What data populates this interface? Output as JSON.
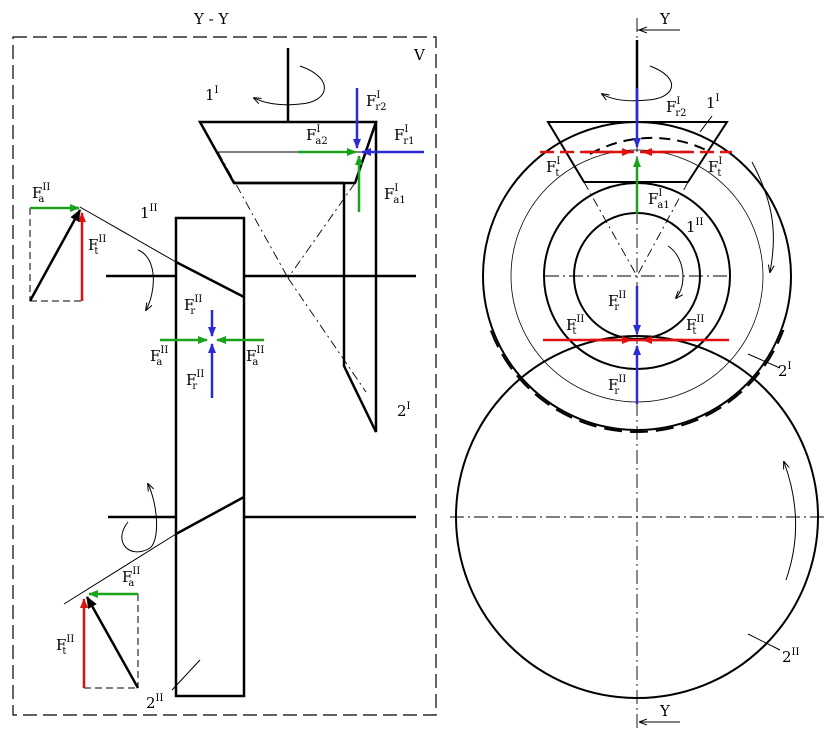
{
  "section_title": "Y - Y",
  "view_label": "V",
  "section_mark": "Y",
  "colors": {
    "radial": "#2b2bd6",
    "axial": "#1aa31a",
    "tangential": "#e01010",
    "line": "#000000"
  },
  "labels": {
    "gear_1I": {
      "base": "1",
      "sup": "I"
    },
    "gear_2I": {
      "base": "2",
      "sup": "I"
    },
    "gear_1II": {
      "base": "1",
      "sup": "II"
    },
    "gear_2II": {
      "base": "2",
      "sup": "II"
    },
    "Fr2_I": {
      "base": "F",
      "sup": "I",
      "sub": "r2"
    },
    "Fr1_I": {
      "base": "F",
      "sup": "I",
      "sub": "r1"
    },
    "Fa2_I": {
      "base": "F",
      "sup": "I",
      "sub": "a2"
    },
    "Fa1_I": {
      "base": "F",
      "sup": "I",
      "sub": "a1"
    },
    "Ft_I": {
      "base": "F",
      "sup": "I",
      "sub": "t"
    },
    "Fa_II": {
      "base": "F",
      "sup": "II",
      "sub": "a"
    },
    "Ft_II": {
      "base": "F",
      "sup": "II",
      "sub": "t"
    },
    "Fr_II": {
      "base": "F",
      "sup": "II",
      "sub": "r"
    }
  }
}
